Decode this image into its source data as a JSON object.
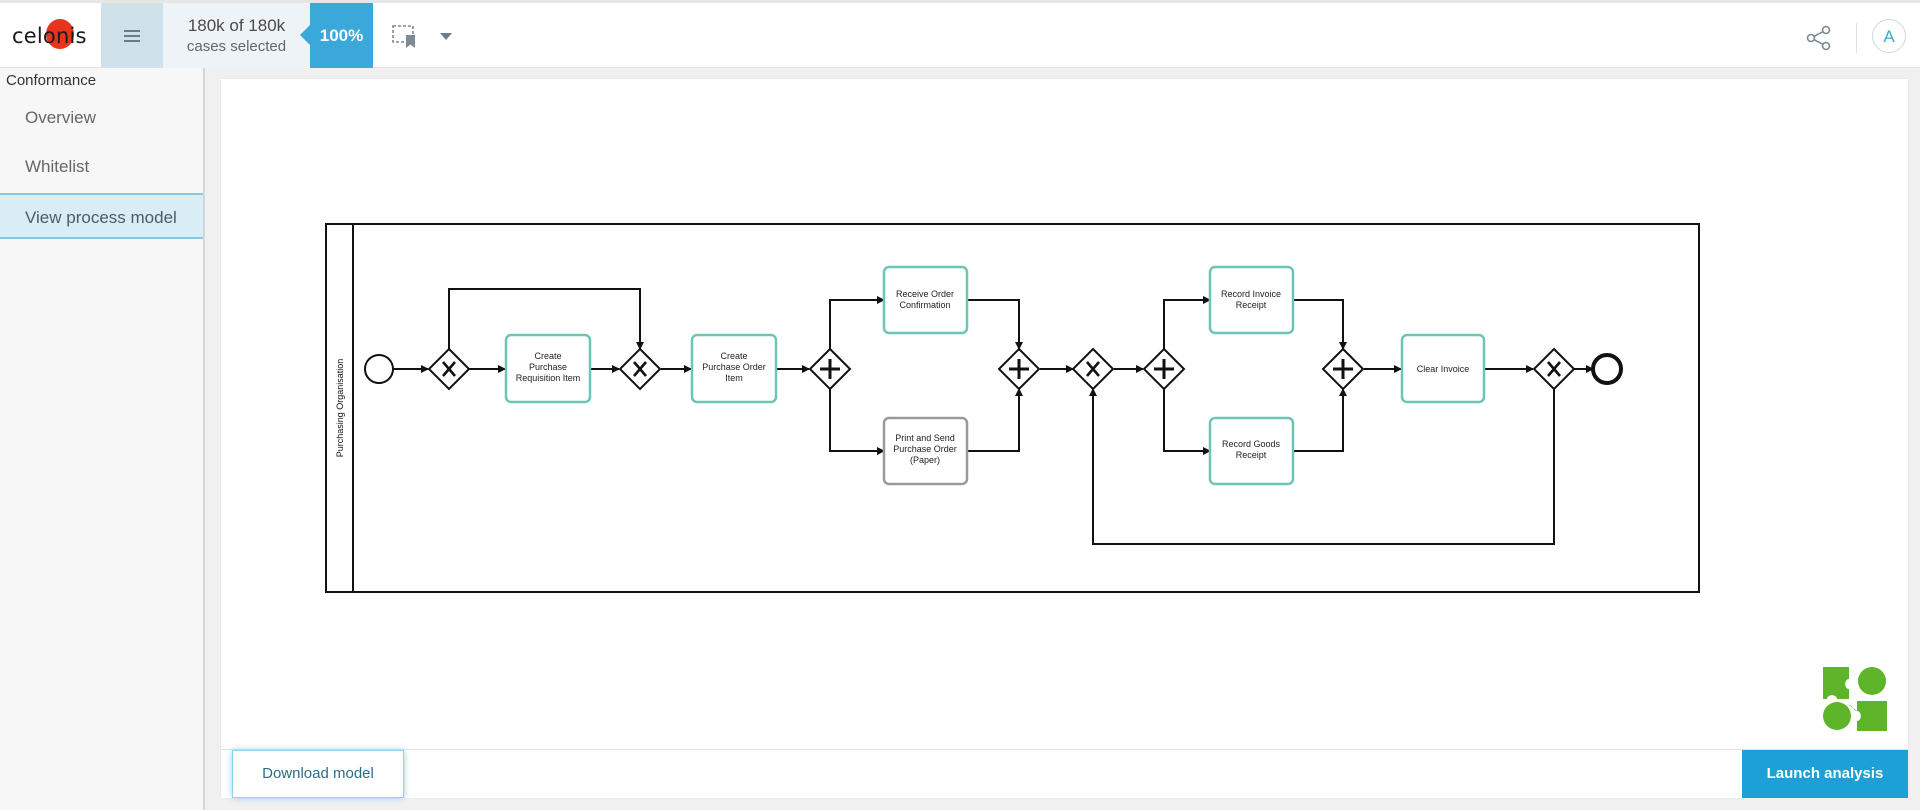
{
  "header": {
    "logo_text": "celonis",
    "menu_icon": "hamburger-icon",
    "cases_main": "180k of 180k",
    "cases_sub": "cases selected",
    "percent": "100%",
    "selection_icon": "selection-bookmark-icon",
    "dropdown_icon": "chevron-down-icon",
    "share_icon": "share-icon",
    "avatar_letter": "A",
    "accent_color": "#3aa8d8"
  },
  "sidebar": {
    "title": "Conformance",
    "items": [
      {
        "label": "Overview",
        "active": false
      },
      {
        "label": "Whitelist",
        "active": false
      },
      {
        "label": "View process model",
        "active": true
      }
    ]
  },
  "diagram": {
    "pool_label": "Purchasing Organisation",
    "tasks": {
      "t1": [
        "Create",
        "Purchase",
        "Requisition Item"
      ],
      "t2": [
        "Create",
        "Purchase Order",
        "Item"
      ],
      "t3": [
        "Receive Order",
        "Confirmation"
      ],
      "t4": [
        "Print and Send",
        "Purchase Order",
        "(Paper)"
      ],
      "t5": [
        "Record Invoice",
        "Receipt"
      ],
      "t6": [
        "Record Goods",
        "Receipt"
      ],
      "t7": [
        "Clear Invoice"
      ]
    },
    "colors": {
      "task_border": "#6cc6b4",
      "task_border_alt": "#9a9a9a"
    }
  },
  "footer": {
    "download_label": "Download model",
    "launch_label": "Launch analysis"
  }
}
